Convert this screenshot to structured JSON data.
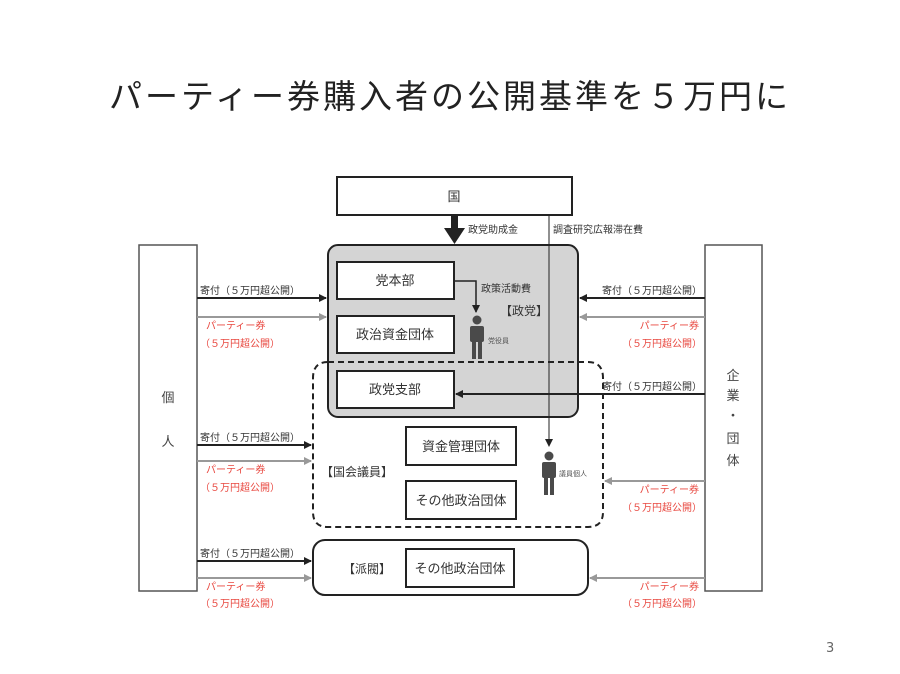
{
  "title": "パーティー券購入者の公開基準を５万円に",
  "page_number": "3",
  "colors": {
    "party_fill": "#d4d4d4",
    "black_arrow": "#222222",
    "gray_arrow": "#999999",
    "red_text": "#e8473f",
    "person_icon": "#4a4a4a"
  },
  "diagram": {
    "country": {
      "label": "国"
    },
    "flows_from_country": {
      "subsidy": "政党助成金",
      "research_fee": "調査研究広報滞在費"
    },
    "party": {
      "label": "【政党】",
      "headquarters": "党本部",
      "fund_org": "政治資金団体",
      "branch": "政党支部",
      "policy_fee": "政策活動費",
      "officer": "党役員"
    },
    "diet_member": {
      "label": "【国会議員】",
      "fund_mgmt_org": "資金管理団体",
      "other_org": "その他政治団体",
      "individual": "議員個人"
    },
    "faction": {
      "label": "【派閥】",
      "other_org": "その他政治団体"
    },
    "individual": {
      "chars": [
        "個",
        "人"
      ]
    },
    "corporation": {
      "chars": [
        "企",
        "業",
        "・",
        "団",
        "体"
      ]
    },
    "donation_label": "寄付（５万円超公開）",
    "ticket_label_1": "パーティー券",
    "ticket_label_2": "（５万円超公開）"
  }
}
